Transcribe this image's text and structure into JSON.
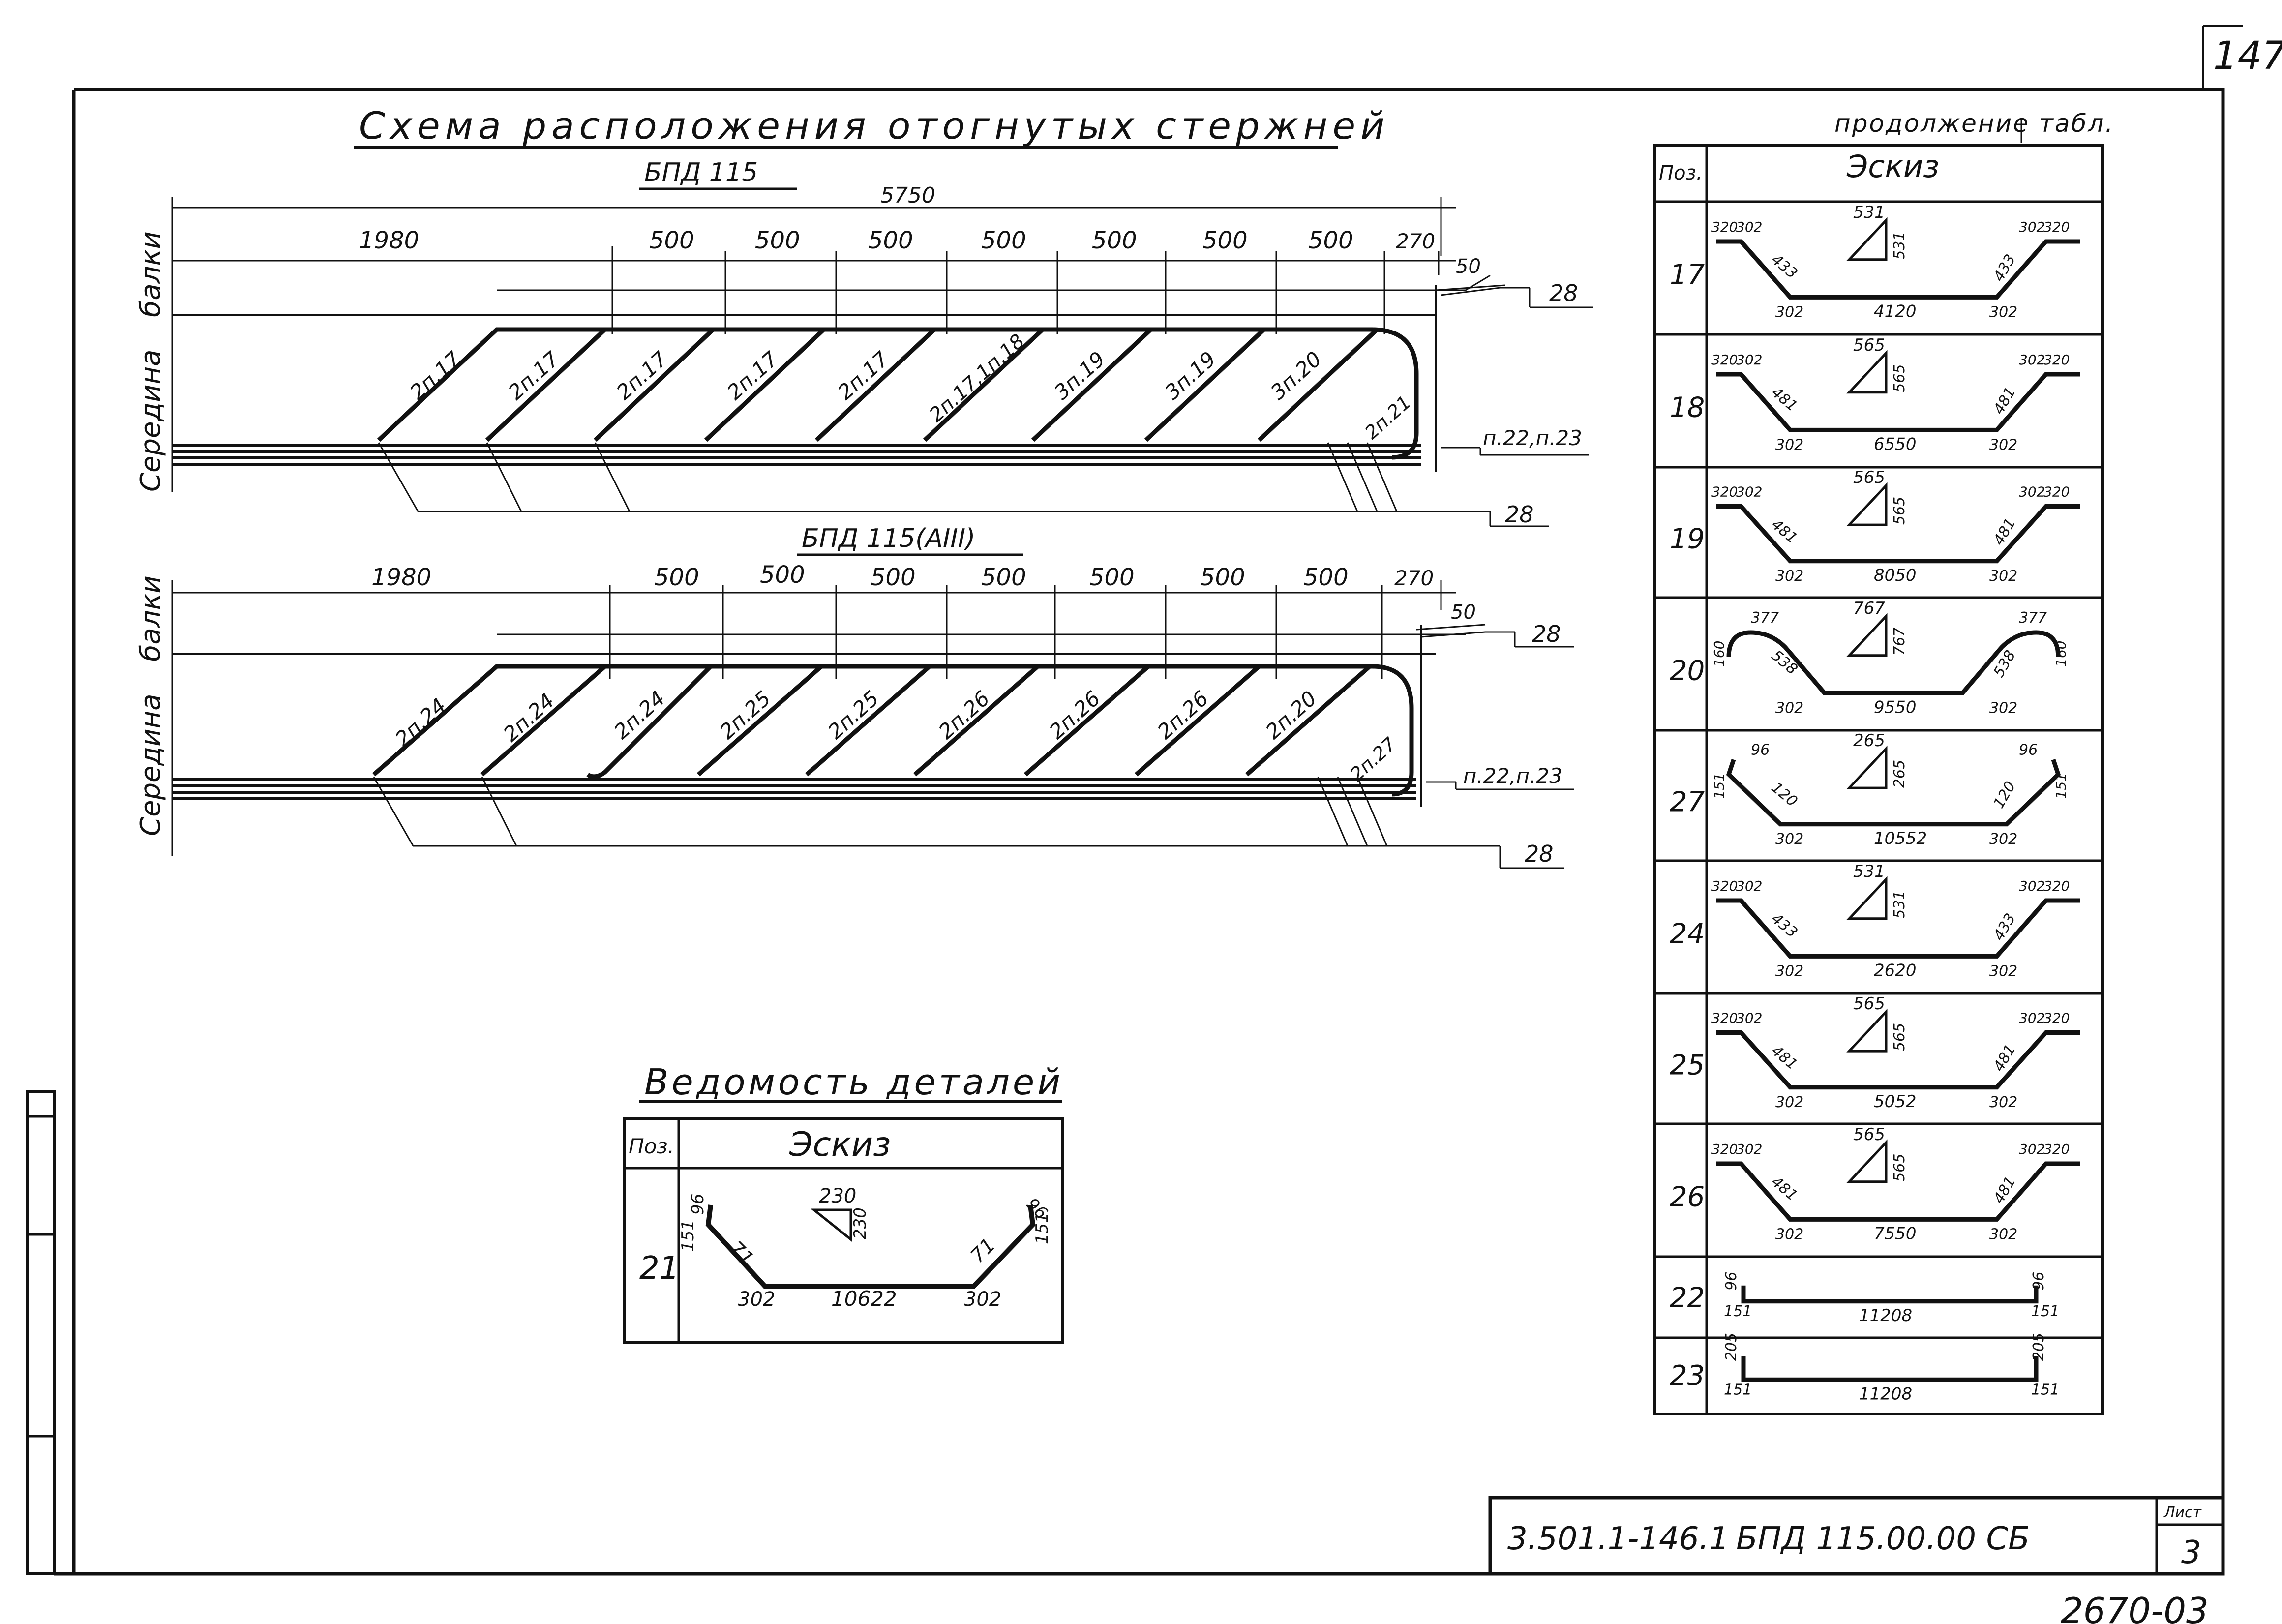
{
  "page_corner": {
    "sheet_no_top": "147",
    "bottom_code": "2670-03"
  },
  "scheme": {
    "title": "Схема расположения отогнутых стержней",
    "side_label_left": "Середина",
    "side_label_right": "балки",
    "lead_labels": {
      "top": "28",
      "bottom": "28",
      "p22_23": "п.22,п.23"
    },
    "beam1": {
      "label": "БПД 115",
      "overall_dim": "5750",
      "dims": [
        "1980",
        "500",
        "500",
        "500",
        "500",
        "500",
        "500",
        "500",
        "270"
      ],
      "offset_dim": "50",
      "bars": [
        "2п.17",
        "2п.17",
        "2п.17",
        "2п.17",
        "2п.17",
        "2п.17,1п.18",
        "3п.19",
        "3п.19",
        "3п.20",
        "2п.21"
      ],
      "p22_23": "п.22,п.23"
    },
    "beam2": {
      "label": "БПД 115(АIII)",
      "dims": [
        "1980",
        "500",
        "500",
        "500",
        "500",
        "500",
        "500",
        "500",
        "270"
      ],
      "offset_dim": "50",
      "bars": [
        "2п.24",
        "2п.24",
        "2п.24",
        "2п.25",
        "2п.25",
        "2п.26",
        "2п.26",
        "2п.26",
        "2п.20",
        "2п.27"
      ],
      "p22_23": "п.22,п.23"
    }
  },
  "details": {
    "title": "Ведомость деталей",
    "header": {
      "pos": "Поз.",
      "sketch": "Эскиз"
    },
    "row": {
      "pos": "21",
      "top1": "96",
      "top2": "96",
      "side1": "151",
      "side2": "151",
      "diag1": "71",
      "diag2": "71",
      "h1": "302",
      "h2": "302",
      "mid": "10622",
      "tri_h": "230",
      "tri_v": "230"
    }
  },
  "continuation": {
    "title": "продолжение табл.",
    "header": {
      "pos": "Поз.",
      "sketch": "Эскиз"
    },
    "rows": [
      {
        "pos": "17",
        "a": "320",
        "b": "302",
        "d": "433",
        "h1": "302",
        "mid": "4120",
        "h2": "302",
        "d2": "433",
        "b2": "302",
        "a2": "320",
        "th": "531",
        "tv": "531"
      },
      {
        "pos": "18",
        "a": "320",
        "b": "302",
        "d": "481",
        "h1": "302",
        "mid": "6550",
        "h2": "302",
        "d2": "481",
        "b2": "302",
        "a2": "320",
        "th": "565",
        "tv": "565"
      },
      {
        "pos": "19",
        "a": "320",
        "b": "302",
        "d": "481",
        "h1": "302",
        "mid": "8050",
        "h2": "302",
        "d2": "481",
        "b2": "302",
        "a2": "320",
        "th": "565",
        "tv": "565"
      },
      {
        "pos": "20",
        "a": "160",
        "b": "377",
        "d": "538",
        "h1": "302",
        "mid": "9550",
        "h2": "302",
        "d2": "538",
        "b2": "377",
        "a2": "160",
        "th": "767",
        "tv": "767"
      },
      {
        "pos": "27",
        "a": "151",
        "b": "96",
        "d": "120",
        "h1": "302",
        "mid": "10552",
        "h2": "302",
        "d2": "120",
        "b2": "96",
        "a2": "151",
        "th": "265",
        "tv": "265"
      },
      {
        "pos": "24",
        "a": "320",
        "b": "302",
        "d": "433",
        "h1": "302",
        "mid": "2620",
        "h2": "302",
        "d2": "433",
        "b2": "302",
        "a2": "320",
        "th": "531",
        "tv": "531"
      },
      {
        "pos": "25",
        "a": "320",
        "b": "302",
        "d": "481",
        "h1": "302",
        "mid": "5052",
        "h2": "302",
        "d2": "481",
        "b2": "302",
        "a2": "320",
        "th": "565",
        "tv": "565"
      },
      {
        "pos": "26",
        "a": "320",
        "b": "302",
        "d": "481",
        "h1": "302",
        "mid": "7550",
        "h2": "302",
        "d2": "481",
        "b2": "302",
        "a2": "320",
        "th": "565",
        "tv": "565"
      },
      {
        "pos": "22",
        "l": "96",
        "ls": "151",
        "mid": "11208",
        "r": "96",
        "rs": "151"
      },
      {
        "pos": "23",
        "l": "205",
        "ls": "151",
        "mid": "11208",
        "r": "205",
        "rs": "151"
      }
    ]
  },
  "title_block": {
    "code": "3.501.1-146.1",
    "doc": "БПД 115.00.00 СБ",
    "sheet_label": "Лист",
    "sheet_no": "3"
  }
}
